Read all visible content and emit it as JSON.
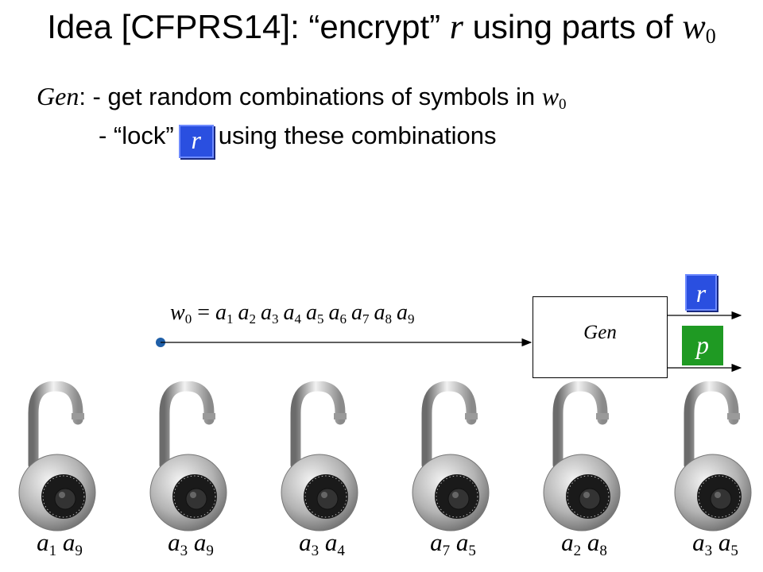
{
  "title": {
    "prefix": "Idea [CFPRS14]: “encrypt” ",
    "var": "r",
    "middle": " using parts of ",
    "var2": "w",
    "sub": "0"
  },
  "gen_text": {
    "line1_label": "Gen",
    "line1_rest": ": - get random combinations of symbols in ",
    "line1_var": "w",
    "line1_sub": "0",
    "line2_prefix": "- “lock”",
    "line2_box": "r",
    "line2_suffix": "using these combinations"
  },
  "diagram": {
    "w0_var": "w",
    "w0_sub": "0",
    "equals": " = ",
    "symbols": [
      {
        "v": "a",
        "s": "1"
      },
      {
        "v": "a",
        "s": "2"
      },
      {
        "v": "a",
        "s": "3"
      },
      {
        "v": "a",
        "s": "4"
      },
      {
        "v": "a",
        "s": "5"
      },
      {
        "v": "a",
        "s": "6"
      },
      {
        "v": "a",
        "s": "7"
      },
      {
        "v": "a",
        "s": "8"
      },
      {
        "v": "a",
        "s": "9"
      }
    ],
    "gen_box_label": "Gen",
    "output_r": "r",
    "output_p": "p",
    "colors": {
      "r_box": "#2a4fe0",
      "p_box": "#1f9a23",
      "dot": "#1f5fa8"
    }
  },
  "locks": [
    {
      "a": "a",
      "s1": "1",
      "b": "a",
      "s2": "9"
    },
    {
      "a": "a",
      "s1": "3",
      "b": "a",
      "s2": "9"
    },
    {
      "a": "a",
      "s1": "3",
      "b": "a",
      "s2": "4"
    },
    {
      "a": "a",
      "s1": "7",
      "b": "a",
      "s2": "5"
    },
    {
      "a": "a",
      "s1": "2",
      "b": "a",
      "s2": "8"
    },
    {
      "a": "a",
      "s1": "3",
      "b": "a",
      "s2": "5"
    }
  ]
}
